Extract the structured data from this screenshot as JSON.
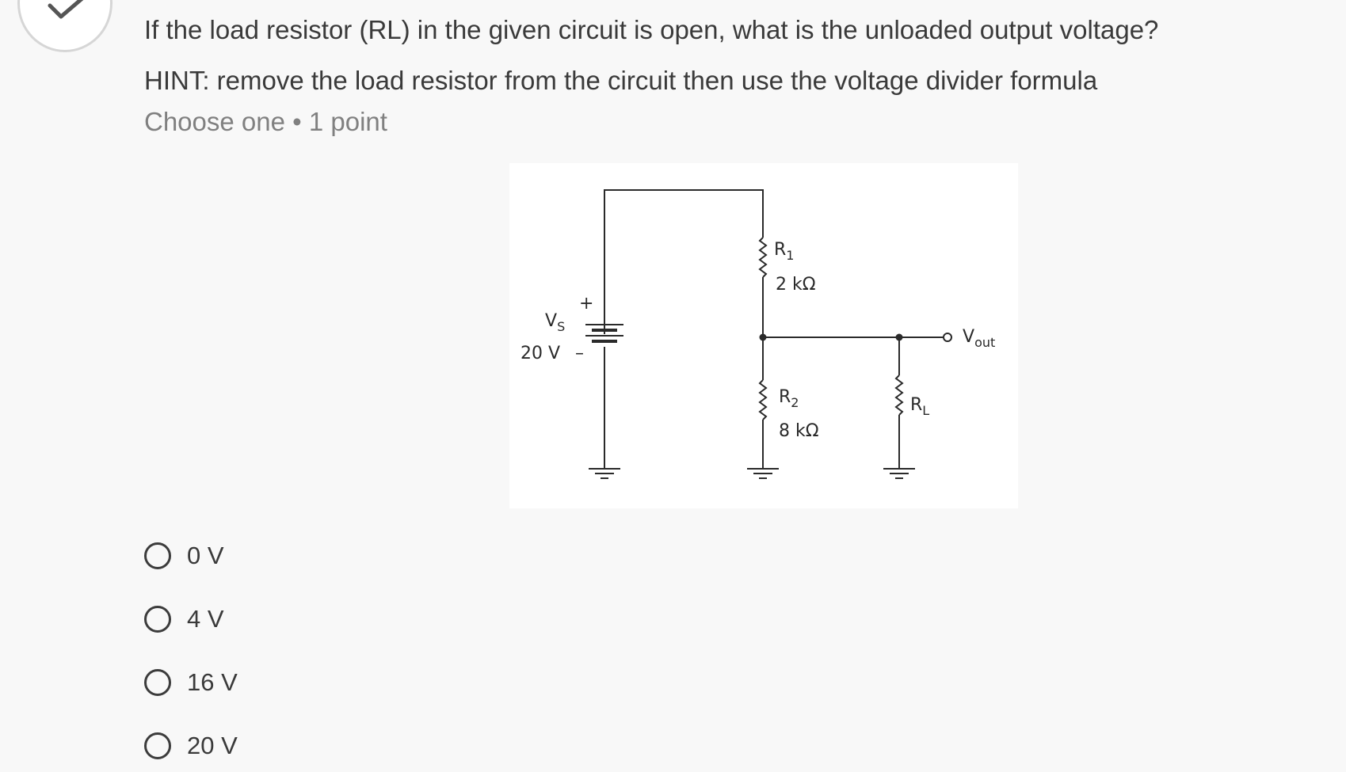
{
  "question": {
    "text": "If the load resistor (RL) in the given circuit is open, what is the unloaded output voltage?",
    "hint": "HINT: remove the load resistor from the circuit then use the voltage divider formula",
    "meta": "Choose one • 1 point",
    "status_icon": "checkmark-icon"
  },
  "figure": {
    "source_label": "V",
    "source_sub": "S",
    "source_value": "20 V",
    "plus": "+",
    "minus": "–",
    "r1_label": "R",
    "r1_sub": "1",
    "r1_value": "2 kΩ",
    "r2_label": "R",
    "r2_sub": "2",
    "r2_value": "8 kΩ",
    "rl_label": "R",
    "rl_sub": "L",
    "out_label": "V",
    "out_sub": "out"
  },
  "options": [
    {
      "label": "0 V",
      "selected": false
    },
    {
      "label": "4 V",
      "selected": false
    },
    {
      "label": "16 V",
      "selected": false
    },
    {
      "label": "20 V",
      "selected": false
    }
  ]
}
